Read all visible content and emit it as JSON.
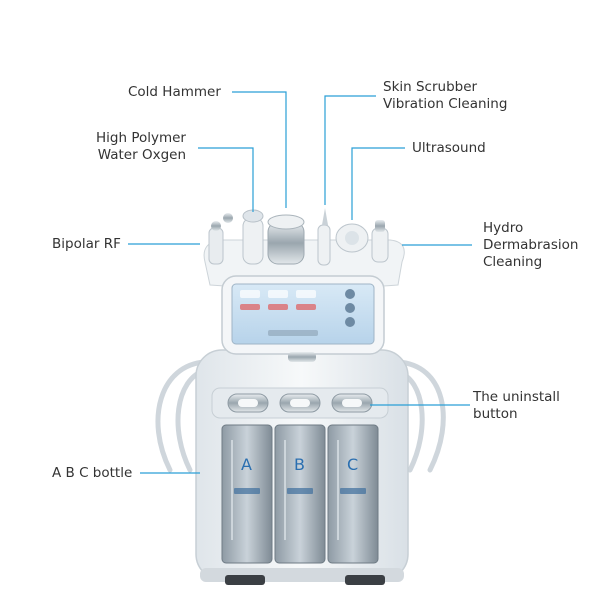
{
  "callouts": {
    "cold_hammer": "Cold Hammer",
    "skin_scrubber_1": "Skin Scrubber",
    "skin_scrubber_2": "Vibration Cleaning",
    "high_polymer_1": "High Polymer",
    "high_polymer_2": "Water Oxgen",
    "ultrasound": "Ultrasound",
    "bipolar_rf": "Bipolar RF",
    "hydro_1": "Hydro",
    "hydro_2": "Dermabrasion",
    "hydro_3": "Cleaning",
    "uninstall_1": "The uninstall",
    "uninstall_2": "button",
    "abc_bottle": "A B C bottle"
  },
  "bottles": {
    "a": "A",
    "b": "B",
    "c": "C"
  },
  "colors": {
    "leader_line": "#2a9fd6",
    "text": "#333333",
    "machine_body": "#eef1f3",
    "screen": "#cfe3f3"
  }
}
